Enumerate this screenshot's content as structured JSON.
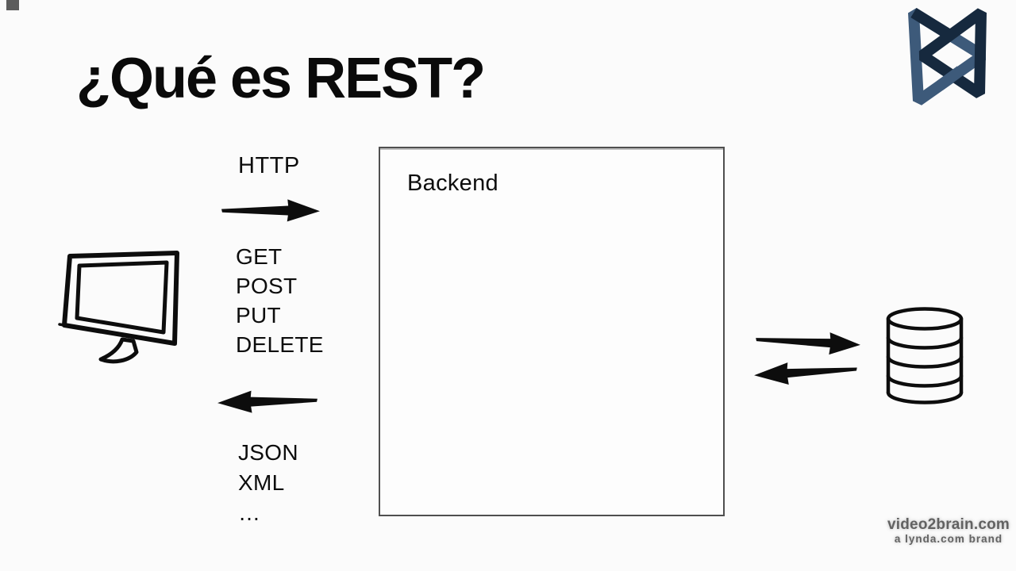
{
  "slide": {
    "title": "¿Qué es REST?",
    "background_color": "#fbfbfb",
    "text_color": "#0d0d0d"
  },
  "client": {
    "icon": "computer-monitor-sketch"
  },
  "request": {
    "protocol_label": "HTTP",
    "arrow_direction": "right",
    "methods": [
      "GET",
      "POST",
      "PUT",
      "DELETE"
    ]
  },
  "response": {
    "arrow_direction": "left",
    "formats": [
      "JSON",
      "XML",
      "…"
    ]
  },
  "backend": {
    "label": "Backend",
    "border_color": "#4f4f4f"
  },
  "database": {
    "icon": "database-cylinder-sketch",
    "arrows": [
      "right",
      "left"
    ]
  },
  "branding": {
    "logo_icon": "video2brain-logo",
    "logo_color_dark": "#16293e",
    "logo_color_light": "#3d5a7a",
    "watermark_line1": "video2brain.com",
    "watermark_line2": "a lynda.com brand"
  }
}
